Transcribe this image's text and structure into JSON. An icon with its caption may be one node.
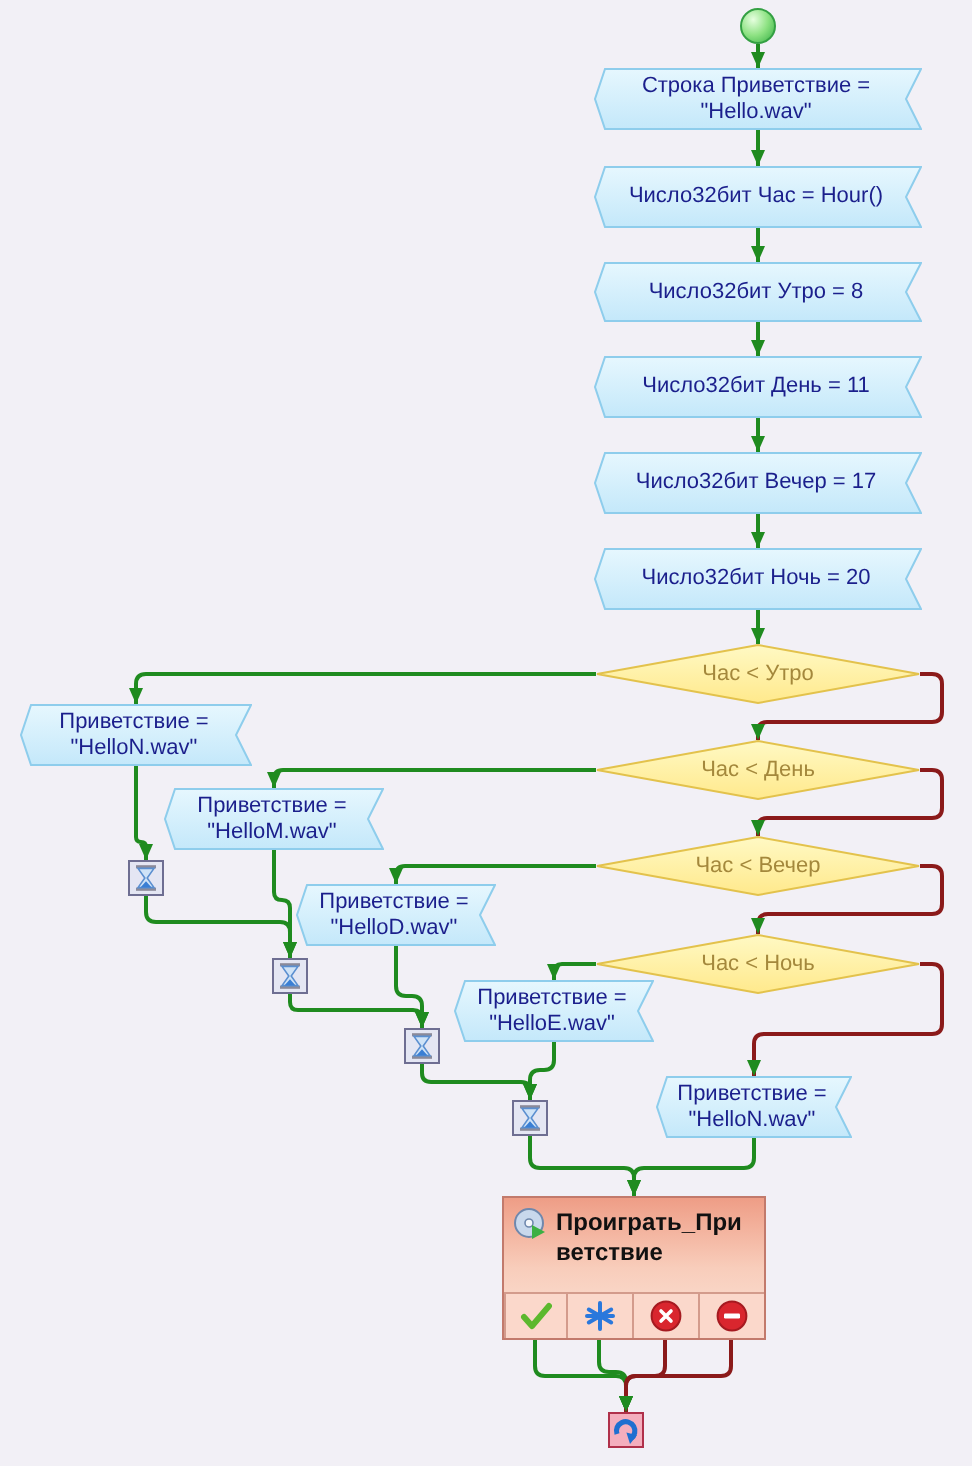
{
  "diagram": {
    "nodes": [
      {
        "text": [],
        "shape": "circle"
      },
      {
        "text": [
          "Строка Приветствие = \"Hello.wav\""
        ]
      },
      {
        "text": [
          "Число32бит Час = Hour()"
        ]
      },
      {
        "text": [
          "Число32бит Утро = 8"
        ]
      },
      {
        "text": [
          "Число32бит День = 11"
        ]
      },
      {
        "text": [
          "Число32бит Вечер = 17"
        ]
      },
      {
        "text": [
          "Число32бит Ночь = 20"
        ]
      },
      {
        "text": [
          "Час < Утро"
        ]
      },
      {
        "text": [
          "Приветствие = \"HelloN.wav\""
        ]
      },
      {
        "text": [
          "Час < День"
        ]
      },
      {
        "text": [
          "Приветствие = \"HelloM.wav\""
        ]
      },
      {
        "text": [
          "Час < Вечер"
        ]
      },
      {
        "text": [],
        "shape": "picture"
      },
      {
        "text": [
          "Приветствие = \"HelloD.wav\""
        ]
      },
      {
        "text": [],
        "shape": "picture"
      },
      {
        "text": [
          "Час < Ночь"
        ]
      },
      {
        "text": [
          "Приветствие = \"HelloE.wav\""
        ]
      },
      {
        "text": [],
        "shape": "picture"
      },
      {
        "text": [
          "Приветствие = \"HelloN.wav\""
        ]
      },
      {
        "text": [],
        "shape": "picture"
      },
      {
        "text": [
          "Проиграть_Приветствие"
        ]
      },
      {
        "text": [],
        "shape": "box",
        "in": 20
      },
      {
        "text": [],
        "shape": "box",
        "in": 20
      },
      {
        "text": [],
        "shape": "box",
        "in": 20
      },
      {
        "text": [],
        "shape": "box",
        "in": 20
      },
      {
        "text": [],
        "shape": "picture"
      }
    ],
    "edges": [
      {
        "from": 0,
        "to": 1,
        "arrow": "to"
      },
      {
        "from": 1,
        "to": 2,
        "arrow": "to"
      },
      {
        "from": 2,
        "to": 3,
        "arrow": "to"
      },
      {
        "from": 3,
        "to": 4,
        "arrow": "to"
      },
      {
        "from": 4,
        "to": 5,
        "arrow": "to"
      },
      {
        "from": 5,
        "to": 6,
        "arrow": "to"
      },
      {
        "from": 6,
        "to": 7,
        "arrow": "to"
      },
      {
        "from": 7,
        "to": 8,
        "arrow": "to"
      },
      {
        "from": 7,
        "to": 9,
        "arrow": "to",
        "color": "#8b1a1a"
      },
      {
        "from": 9,
        "to": 10,
        "arrow": "to"
      },
      {
        "from": 9,
        "to": 11,
        "arrow": "to",
        "color": "#8b1a1a"
      },
      {
        "from": 11,
        "to": 13,
        "arrow": "to"
      },
      {
        "from": 11,
        "to": 15,
        "arrow": "to",
        "color": "#8b1a1a"
      },
      {
        "from": 15,
        "to": 16,
        "arrow": "to"
      },
      {
        "from": 15,
        "to": 18,
        "arrow": "to",
        "color": "#8b1a1a"
      },
      {
        "from": 8,
        "to": 12,
        "arrow": "to"
      },
      {
        "from": 12,
        "to": 14,
        "arrow": "to"
      },
      {
        "from": 10,
        "to": 14,
        "arrow": "to"
      },
      {
        "from": 14,
        "to": 17,
        "arrow": "to"
      },
      {
        "from": 13,
        "to": 17,
        "arrow": "to"
      },
      {
        "from": 17,
        "to": 19,
        "arrow": "to"
      },
      {
        "from": 16,
        "to": 19,
        "arrow": "to"
      },
      {
        "from": 19,
        "to": 20,
        "arrow": "to"
      },
      {
        "from": 18,
        "to": 20,
        "arrow": "to"
      },
      {
        "from": 21,
        "to": 25,
        "arrow": "to"
      },
      {
        "from": 22,
        "to": 25,
        "arrow": "to"
      },
      {
        "from": 23,
        "to": 25,
        "arrow": "to",
        "color": "#8b1a1a"
      },
      {
        "from": 24,
        "to": 25,
        "arrow": "to",
        "color": "#8b1a1a"
      }
    ]
  }
}
